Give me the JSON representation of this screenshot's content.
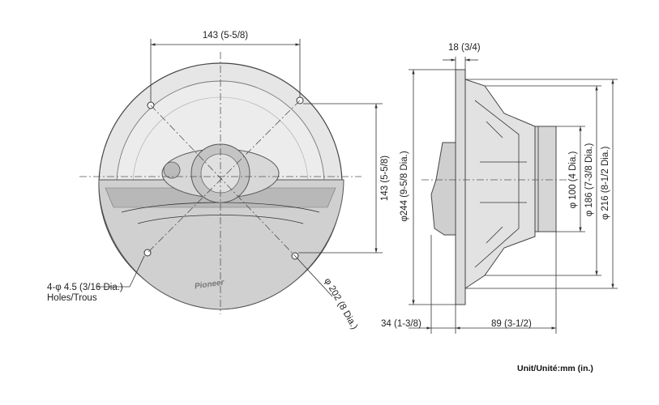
{
  "dimensions": {
    "top_width": "143 (5-5/8)",
    "right_height": "143 (5-5/8)",
    "holes_line1": "4-φ 4.5 (3/16 Dia.)",
    "holes_line2": "Holes/Trous",
    "bolt_circle": "φ 202 (8 Dia.)",
    "flange_thickness": "18 (3/4)",
    "overall_diameter": "φ244 (9-5/8 Dia.)",
    "magnet_diameter": "φ 100 (4 Dia.)",
    "cutout_diameter": "φ 186 (7-3/8 Dia.)",
    "basket_diameter": "φ 216 (8-1/2 Dia.)",
    "front_depth": "34 (1-3/8)",
    "mount_depth": "89 (3-1/2)"
  },
  "unit_label": "Unit/Unité:mm (in.)",
  "brand": "Pioneer",
  "colors": {
    "line": "#333333",
    "shade": "#c8c8c8",
    "body": "#e4e4e4"
  }
}
